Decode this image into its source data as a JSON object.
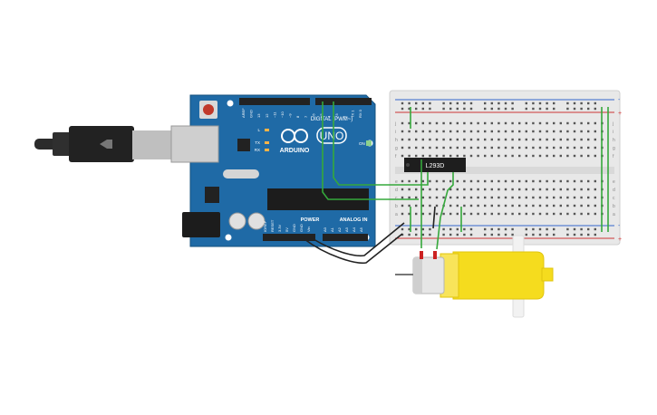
{
  "board": {
    "brand": "ARDUINO",
    "model": "UNO",
    "digital_label": "DIGITAL (PWM~)",
    "power_label": "POWER",
    "analog_label": "ANALOG IN",
    "on_label": "ON",
    "led_l": "L",
    "led_tx": "TX",
    "led_rx": "RX",
    "header_top_pins": [
      "AREF",
      "GND",
      "13",
      "12",
      "~11",
      "~10",
      "~9",
      "8",
      "7",
      "~6",
      "~5",
      "4",
      "~3",
      "2",
      "TX 1",
      "RX 0"
    ],
    "header_bottom_pins": [
      "IOREF",
      "RESET",
      "3.3V",
      "5V",
      "GND",
      "GND",
      "Vin",
      "A0",
      "A1",
      "A2",
      "A3",
      "A4",
      "A5"
    ]
  },
  "breadboard": {
    "row_letters_top": [
      "j",
      "i",
      "h",
      "g",
      "f"
    ],
    "row_letters_bottom": [
      "e",
      "d",
      "c",
      "b",
      "a"
    ],
    "rail_plus": "+",
    "rail_minus": "-"
  },
  "chip": {
    "label": "L293D"
  },
  "colors": {
    "board": "#1f6aa6",
    "wire_green": "#35a83b",
    "wire_black": "#222222",
    "motor_body": "#f5dc1e",
    "breadboard": "#e8e8e8"
  }
}
